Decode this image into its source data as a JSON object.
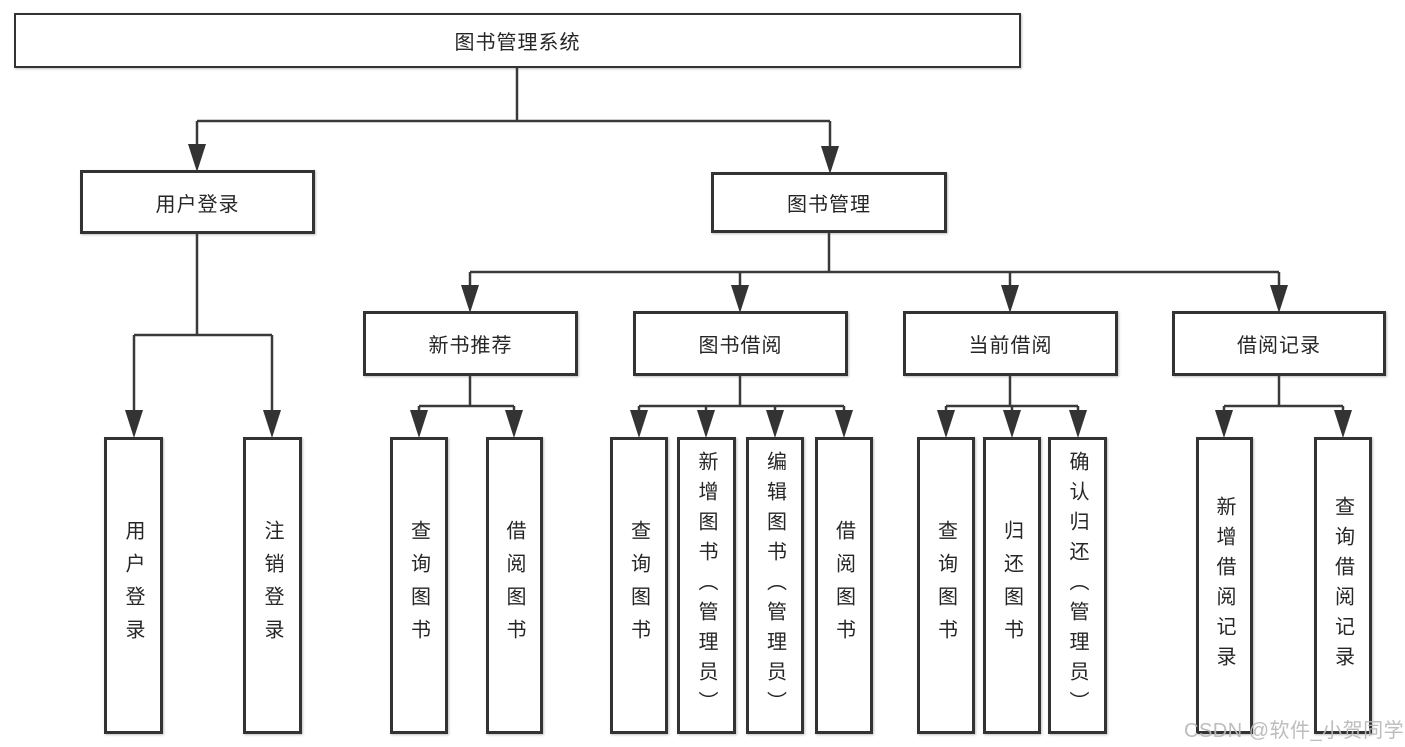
{
  "diagram_title": "图书管理系统",
  "tree": {
    "label": "图书管理系统",
    "children": [
      {
        "label": "用户登录",
        "children": [
          {
            "label": "用户登录"
          },
          {
            "label": "注销登录"
          }
        ]
      },
      {
        "label": "图书管理",
        "children": [
          {
            "label": "新书推荐",
            "children": [
              {
                "label": "查询图书"
              },
              {
                "label": "借阅图书"
              }
            ]
          },
          {
            "label": "图书借阅",
            "children": [
              {
                "label": "查询图书"
              },
              {
                "label": "新增图书（管理员）"
              },
              {
                "label": "编辑图书（管理员）"
              },
              {
                "label": "借阅图书"
              }
            ]
          },
          {
            "label": "当前借阅",
            "children": [
              {
                "label": "查询图书"
              },
              {
                "label": "归还图书"
              },
              {
                "label": "确认归还（管理员）"
              }
            ]
          },
          {
            "label": "借阅记录",
            "children": [
              {
                "label": "新增借阅记录"
              },
              {
                "label": "查询借阅记录"
              }
            ]
          }
        ]
      }
    ]
  },
  "watermark": {
    "text": "CSDN @软件_小贺同学"
  },
  "colors": {
    "line": "#3a3a3a",
    "box_border": "#333333",
    "text": "#262626",
    "watermark": "#b9b9b9",
    "background": "#ffffff"
  }
}
